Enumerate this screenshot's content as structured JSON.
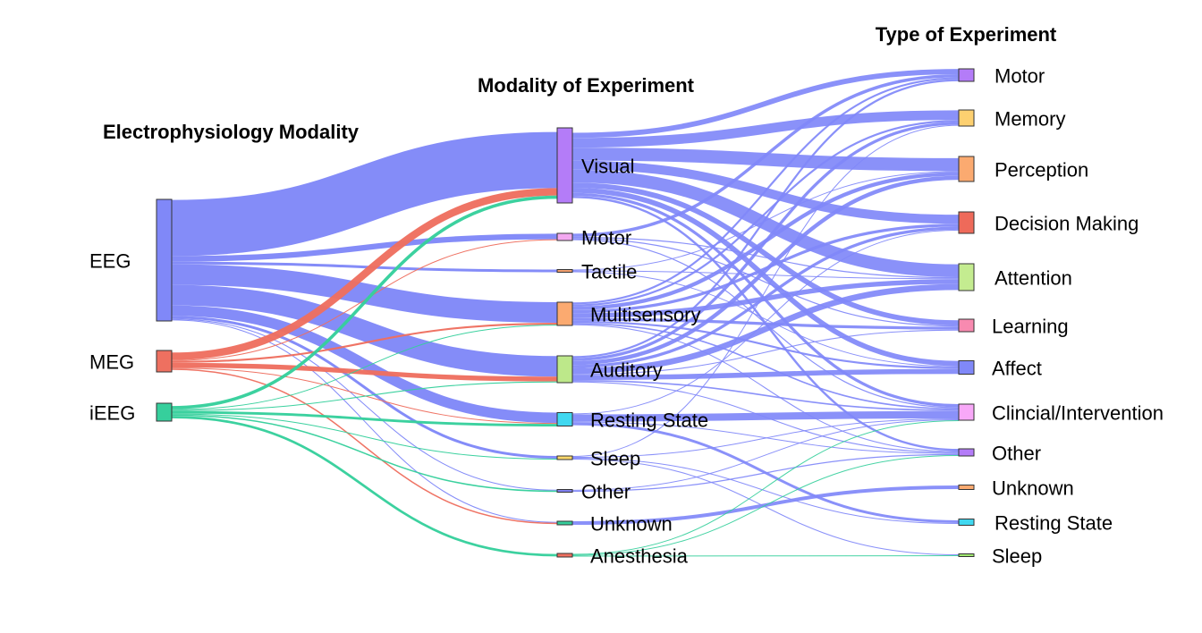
{
  "titles": {
    "source": "Electrophysiology Modality",
    "middle": "Modality of Experiment",
    "target": "Type of Experiment"
  },
  "colors": {
    "EEG": "#8088f8",
    "MEG": "#ee7060",
    "iEEG": "#36cf9c"
  },
  "nodes": [
    {
      "id": "EEG",
      "label": "EEG",
      "column": 0,
      "color": "#8088f8"
    },
    {
      "id": "MEG",
      "label": "MEG",
      "column": 0,
      "color": "#ee7060"
    },
    {
      "id": "iEEG",
      "label": "iEEG",
      "column": 0,
      "color": "#36cf9c"
    },
    {
      "id": "m_visual",
      "label": "Visual",
      "column": 1,
      "color": "#b47cf8"
    },
    {
      "id": "m_motor",
      "label": "Motor",
      "column": 1,
      "color": "#f3a8f0"
    },
    {
      "id": "m_tactile",
      "label": "Tactile",
      "column": 1,
      "color": "#f2a070"
    },
    {
      "id": "m_multi",
      "label": "Multisensory",
      "column": 1,
      "color": "#fbaa70"
    },
    {
      "id": "m_auditory",
      "label": "Auditory",
      "column": 1,
      "color": "#bde88a"
    },
    {
      "id": "m_rest",
      "label": "Resting State",
      "column": 1,
      "color": "#40d8f0"
    },
    {
      "id": "m_sleep",
      "label": "Sleep",
      "column": 1,
      "color": "#fdd86a"
    },
    {
      "id": "m_other",
      "label": "Other",
      "column": 1,
      "color": "#8080f0"
    },
    {
      "id": "m_unknown",
      "label": "Unknown",
      "column": 1,
      "color": "#36cf9c"
    },
    {
      "id": "m_anesthesia",
      "label": "Anesthesia",
      "column": 1,
      "color": "#f07060"
    },
    {
      "id": "t_motor",
      "label": "Motor",
      "column": 2,
      "color": "#b47cf8"
    },
    {
      "id": "t_memory",
      "label": "Memory",
      "column": 2,
      "color": "#fdd070"
    },
    {
      "id": "t_perception",
      "label": "Perception",
      "column": 2,
      "color": "#fbaa70"
    },
    {
      "id": "t_decision",
      "label": "Decision Making",
      "column": 2,
      "color": "#ee6a5a"
    },
    {
      "id": "t_attention",
      "label": "Attention",
      "column": 2,
      "color": "#c4ec90"
    },
    {
      "id": "t_learning",
      "label": "Learning",
      "column": 2,
      "color": "#f88ab0"
    },
    {
      "id": "t_affect",
      "label": "Affect",
      "column": 2,
      "color": "#8088f8"
    },
    {
      "id": "t_clinical",
      "label": "Clincial/Intervention",
      "column": 2,
      "color": "#f8a8f8"
    },
    {
      "id": "t_other",
      "label": "Other",
      "column": 2,
      "color": "#b47cf8"
    },
    {
      "id": "t_unknown",
      "label": "Unknown",
      "column": 2,
      "color": "#fbaa70"
    },
    {
      "id": "t_rest",
      "label": "Resting State",
      "column": 2,
      "color": "#40d8f0"
    },
    {
      "id": "t_sleep",
      "label": "Sleep",
      "column": 2,
      "color": "#a0e870"
    }
  ],
  "links": [
    {
      "source": "EEG",
      "target": "m_visual",
      "value": 60
    },
    {
      "source": "EEG",
      "target": "m_motor",
      "value": 6
    },
    {
      "source": "EEG",
      "target": "m_tactile",
      "value": 3
    },
    {
      "source": "EEG",
      "target": "m_multi",
      "value": 22
    },
    {
      "source": "EEG",
      "target": "m_auditory",
      "value": 22
    },
    {
      "source": "EEG",
      "target": "m_rest",
      "value": 12
    },
    {
      "source": "EEG",
      "target": "m_sleep",
      "value": 3
    },
    {
      "source": "EEG",
      "target": "m_other",
      "value": 1
    },
    {
      "source": "EEG",
      "target": "m_unknown",
      "value": 1
    },
    {
      "source": "MEG",
      "target": "m_visual",
      "value": 7
    },
    {
      "source": "MEG",
      "target": "m_motor",
      "value": 0.5
    },
    {
      "source": "MEG",
      "target": "m_multi",
      "value": 2
    },
    {
      "source": "MEG",
      "target": "m_auditory",
      "value": 5
    },
    {
      "source": "MEG",
      "target": "m_rest",
      "value": 0.5
    },
    {
      "source": "MEG",
      "target": "m_unknown",
      "value": 1
    },
    {
      "source": "iEEG",
      "target": "m_visual",
      "value": 3
    },
    {
      "source": "iEEG",
      "target": "m_multi",
      "value": 0.5
    },
    {
      "source": "iEEG",
      "target": "m_auditory",
      "value": 1
    },
    {
      "source": "iEEG",
      "target": "m_rest",
      "value": 3
    },
    {
      "source": "iEEG",
      "target": "m_sleep",
      "value": 1
    },
    {
      "source": "iEEG",
      "target": "m_other",
      "value": 1
    },
    {
      "source": "iEEG",
      "target": "m_anesthesia",
      "value": 1.5
    },
    {
      "source": "m_visual",
      "target": "t_motor",
      "value": 5
    },
    {
      "source": "m_visual",
      "target": "t_memory",
      "value": 9
    },
    {
      "source": "m_visual",
      "target": "t_perception",
      "value": 10
    },
    {
      "source": "m_visual",
      "target": "t_decision",
      "value": 7
    },
    {
      "source": "m_visual",
      "target": "t_attention",
      "value": 12
    },
    {
      "source": "m_visual",
      "target": "t_learning",
      "value": 4
    },
    {
      "source": "m_visual",
      "target": "t_affect",
      "value": 5
    },
    {
      "source": "m_visual",
      "target": "t_clinical",
      "value": 4
    },
    {
      "source": "m_visual",
      "target": "t_other",
      "value": 2
    },
    {
      "source": "m_motor",
      "target": "t_motor",
      "value": 3
    },
    {
      "source": "m_motor",
      "target": "t_attention",
      "value": 1
    },
    {
      "source": "m_motor",
      "target": "t_learning",
      "value": 1
    },
    {
      "source": "m_motor",
      "target": "t_clinical",
      "value": 1.5
    },
    {
      "source": "m_tactile",
      "target": "t_perception",
      "value": 1
    },
    {
      "source": "m_tactile",
      "target": "t_attention",
      "value": 1
    },
    {
      "source": "m_tactile",
      "target": "t_affect",
      "value": 1
    },
    {
      "source": "m_multi",
      "target": "t_motor",
      "value": 2
    },
    {
      "source": "m_multi",
      "target": "t_memory",
      "value": 2
    },
    {
      "source": "m_multi",
      "target": "t_perception",
      "value": 4
    },
    {
      "source": "m_multi",
      "target": "t_decision",
      "value": 3
    },
    {
      "source": "m_multi",
      "target": "t_attention",
      "value": 5
    },
    {
      "source": "m_multi",
      "target": "t_learning",
      "value": 3
    },
    {
      "source": "m_multi",
      "target": "t_affect",
      "value": 2
    },
    {
      "source": "m_multi",
      "target": "t_clinical",
      "value": 2
    },
    {
      "source": "m_multi",
      "target": "t_other",
      "value": 1
    },
    {
      "source": "m_auditory",
      "target": "t_motor",
      "value": 2
    },
    {
      "source": "m_auditory",
      "target": "t_memory",
      "value": 3
    },
    {
      "source": "m_auditory",
      "target": "t_perception",
      "value": 4
    },
    {
      "source": "m_auditory",
      "target": "t_decision",
      "value": 3
    },
    {
      "source": "m_auditory",
      "target": "t_attention",
      "value": 6
    },
    {
      "source": "m_auditory",
      "target": "t_learning",
      "value": 1
    },
    {
      "source": "m_auditory",
      "target": "t_affect",
      "value": 5
    },
    {
      "source": "m_auditory",
      "target": "t_clinical",
      "value": 2
    },
    {
      "source": "m_auditory",
      "target": "t_other",
      "value": 1
    },
    {
      "source": "m_rest",
      "target": "t_clinical",
      "value": 10
    },
    {
      "source": "m_rest",
      "target": "t_other",
      "value": 1
    },
    {
      "source": "m_rest",
      "target": "t_rest",
      "value": 3
    },
    {
      "source": "m_rest",
      "target": "t_decision",
      "value": 1
    },
    {
      "source": "m_sleep",
      "target": "t_memory",
      "value": 1
    },
    {
      "source": "m_sleep",
      "target": "t_clinical",
      "value": 1
    },
    {
      "source": "m_sleep",
      "target": "t_rest",
      "value": 1
    },
    {
      "source": "m_sleep",
      "target": "t_sleep",
      "value": 1
    },
    {
      "source": "m_other",
      "target": "t_other",
      "value": 1
    },
    {
      "source": "m_other",
      "target": "t_clinical",
      "value": 1
    },
    {
      "source": "m_unknown",
      "target": "t_unknown",
      "value": 2
    },
    {
      "source": "m_anesthesia",
      "target": "t_clinical",
      "value": 0.5
    },
    {
      "source": "m_anesthesia",
      "target": "t_other",
      "value": 0.5
    },
    {
      "source": "m_anesthesia",
      "target": "t_sleep",
      "value": 0.5
    }
  ]
}
